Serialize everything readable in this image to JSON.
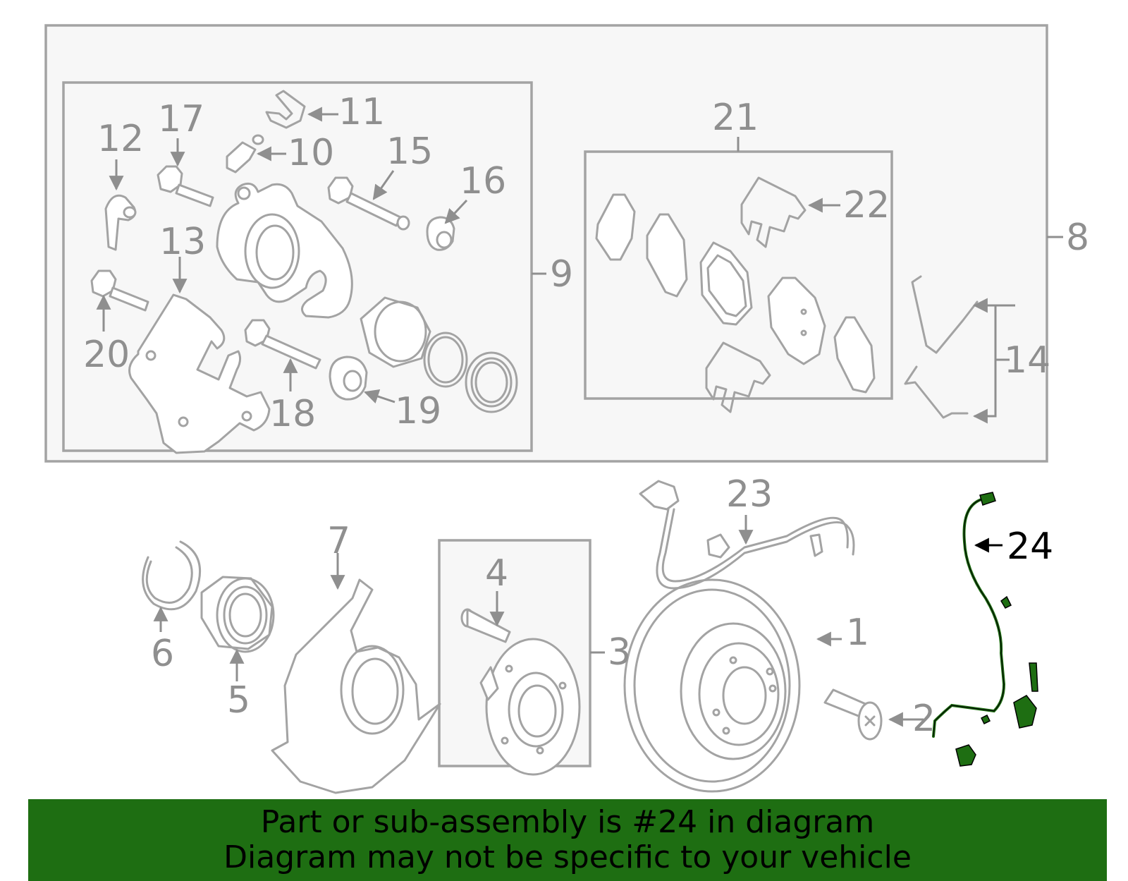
{
  "highlight_color": "#1e6e12",
  "callouts": {
    "c1": "1",
    "c2": "2",
    "c3": "3",
    "c4": "4",
    "c5": "5",
    "c6": "6",
    "c7": "7",
    "c8": "8",
    "c9": "9",
    "c10": "10",
    "c11": "11",
    "c12": "12",
    "c13": "13",
    "c14": "14",
    "c15": "15",
    "c16": "16",
    "c17": "17",
    "c18": "18",
    "c19": "19",
    "c20": "20",
    "c21": "21",
    "c22": "22",
    "c23": "23",
    "c24": "24"
  },
  "banner": {
    "line1": "Part or sub-assembly is #24 in diagram",
    "line2": "Diagram may not be specific to your vehicle"
  }
}
